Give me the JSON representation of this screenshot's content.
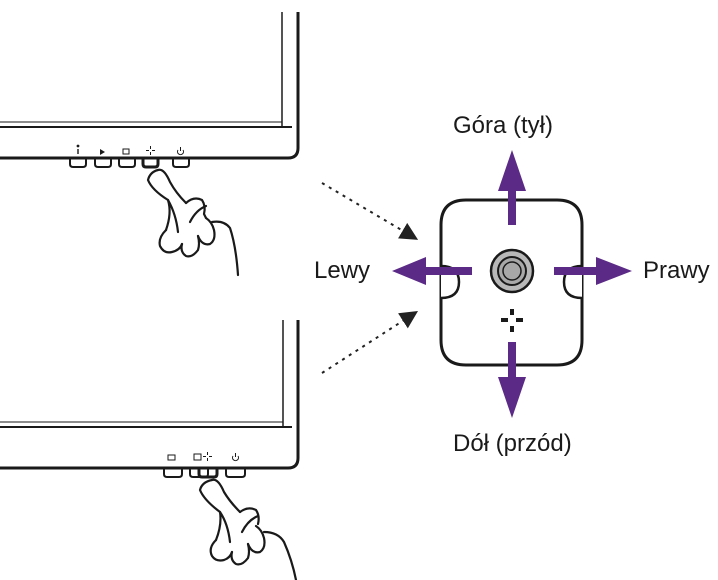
{
  "labels": {
    "up": "Góra (tył)",
    "down": "Dół (przód)",
    "left": "Lewy",
    "right": "Prawy"
  },
  "colors": {
    "arrow": "#5b2a86",
    "outline": "#1a1a1a",
    "knob_fill": "#b8b8b8",
    "dotted_arrow": "#222222"
  },
  "icons": {
    "top_monitor_buttons": [
      "info-icon",
      "play-icon",
      "input-icon",
      "joystick-icon",
      "power-icon"
    ],
    "bottom_monitor_buttons": [
      "menu-icon",
      "input-icon",
      "joystick-icon",
      "power-icon"
    ],
    "joystick_symbol": "joystick-cross-icon"
  }
}
